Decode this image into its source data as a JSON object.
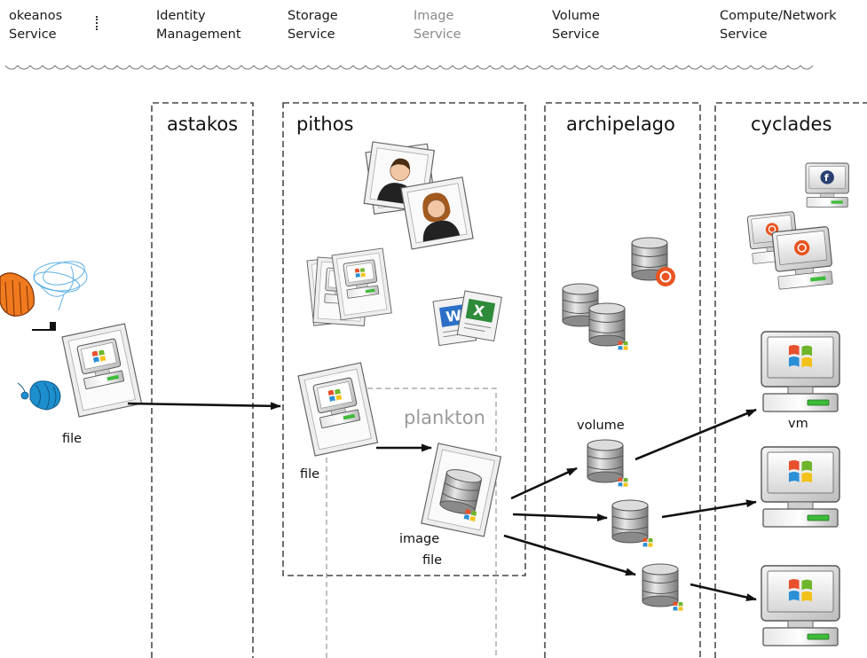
{
  "header": {
    "services": [
      {
        "line1": "okeanos",
        "line2": "Service"
      },
      {
        "line1": "Identity",
        "line2": "Management"
      },
      {
        "line1": "Storage",
        "line2": "Service"
      },
      {
        "line1": "Image",
        "line2": "Service"
      },
      {
        "line1": "Volume",
        "line2": "Service"
      },
      {
        "line1": "Compute/Network",
        "line2": "Service"
      }
    ]
  },
  "columns": {
    "astakos": "astakos",
    "pithos": "pithos",
    "plankton": "plankton",
    "archipelago": "archipelago",
    "cyclades": "cyclades"
  },
  "labels": {
    "file_client": "file",
    "file_pithos": "file",
    "image_line1": "image",
    "image_line2": "file",
    "volume": "volume",
    "vm": "vm"
  },
  "colors": {
    "windows_red": "#e8502c",
    "windows_green": "#6fb52c",
    "windows_blue": "#2b8fd6",
    "windows_yellow": "#f3c21a",
    "ubuntu_orange": "#e95420",
    "fedora_blue": "#294172",
    "led_green": "#3dbb3a",
    "user_brown": "#a35a1e",
    "yarn_orange": "#f07a1f",
    "yarn_blue": "#1d8fcf"
  }
}
